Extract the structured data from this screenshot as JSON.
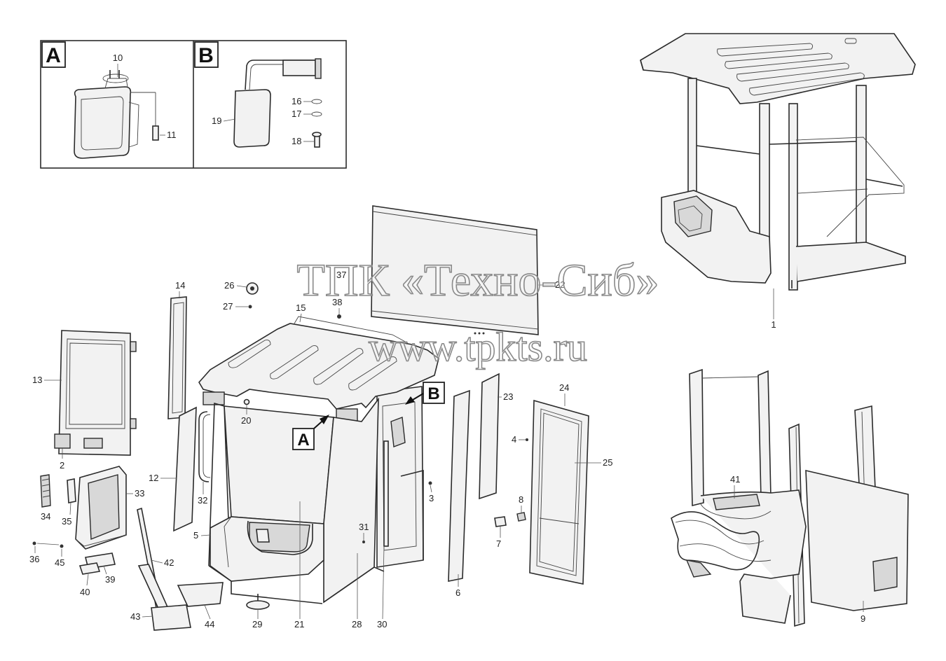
{
  "detail_views": [
    {
      "id": "A",
      "letter": "A"
    },
    {
      "id": "B",
      "letter": "B"
    }
  ],
  "callout_letters": {
    "a": "A",
    "b": "B"
  },
  "part_numbers": {
    "p1": "1",
    "p2": "2",
    "p3": "3",
    "p4": "4",
    "p5": "5",
    "p6": "6",
    "p7": "7",
    "p8": "8",
    "p9": "9",
    "p10": "10",
    "p11": "11",
    "p12": "12",
    "p13": "13",
    "p14": "14",
    "p15": "15",
    "p16": "16",
    "p17": "17",
    "p18": "18",
    "p19": "19",
    "p20": "20",
    "p21": "21",
    "p22": "22",
    "p23": "23",
    "p24": "24",
    "p25": "25",
    "p26": "26",
    "p27": "27",
    "p28": "28",
    "p29": "29",
    "p30": "30",
    "p31": "31",
    "p32": "32",
    "p33": "33",
    "p34": "34",
    "p35": "35",
    "p36": "36",
    "p37": "37",
    "p38": "38",
    "p39": "39",
    "p40": "40",
    "p41": "41",
    "p42": "42",
    "p43": "43",
    "p44": "44",
    "p45": "45"
  },
  "watermark": {
    "line1": "ТПК «Техно-Сиб»",
    "line2": "www.tpkts.ru"
  }
}
